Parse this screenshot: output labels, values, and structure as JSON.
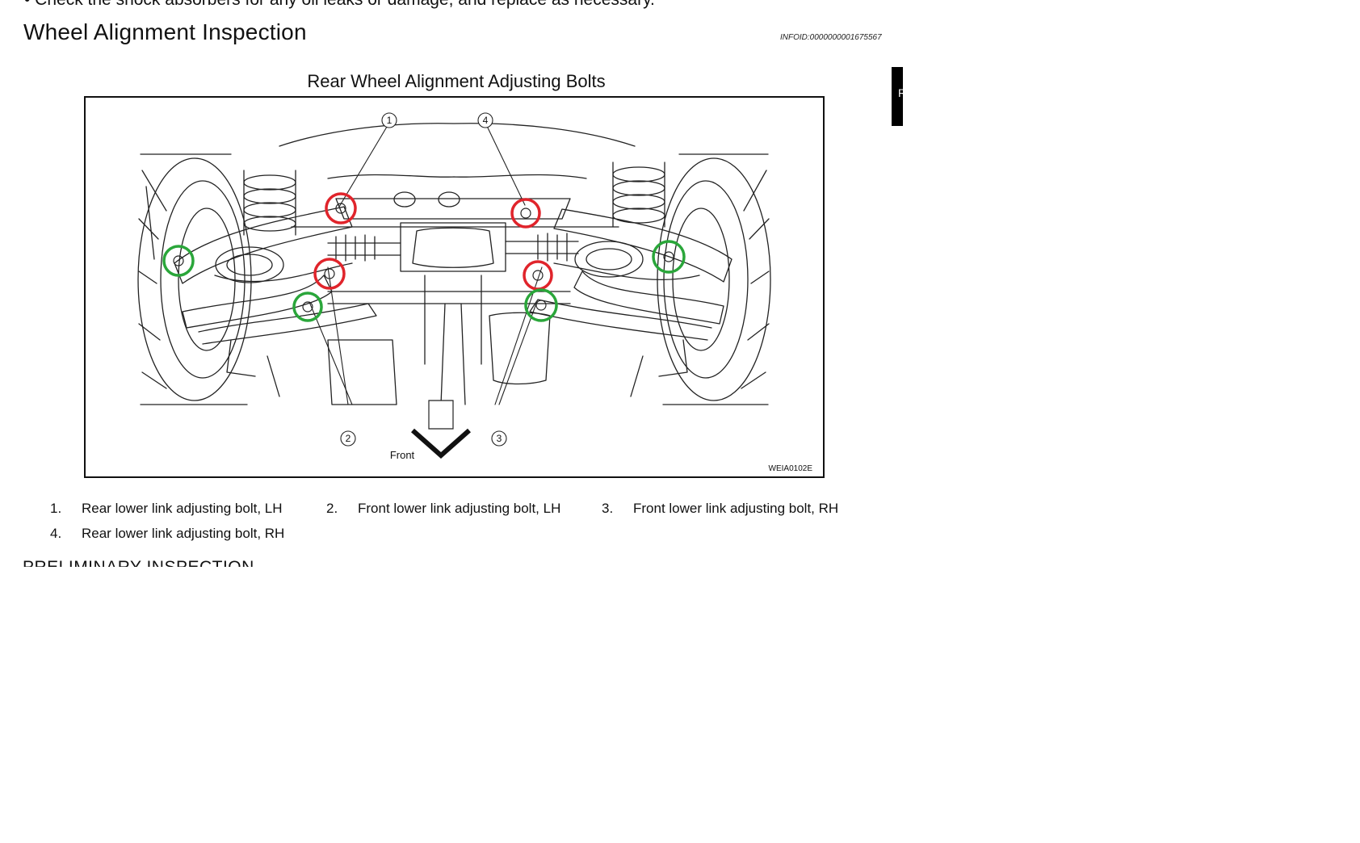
{
  "document": {
    "top_line": "• Check the shock absorbers for any oil leaks or damage, and replace as necessary.",
    "section_title": "Wheel Alignment Inspection",
    "info_id": "INFOID:0000000001675567",
    "side_tab_letter": "R",
    "bottom_line": "PRELIMINARY INSPECTION"
  },
  "figure": {
    "title": "Rear Wheel Alignment Adjusting Bolts",
    "callouts": [
      "1",
      "4",
      "2",
      "3"
    ],
    "front_label": "Front",
    "figure_code": "WEIA0102E",
    "highlight_colors": {
      "red": "#e0242b",
      "green": "#2aa63a"
    }
  },
  "legend": [
    {
      "num": "1.",
      "text": "Rear lower link adjusting bolt, LH"
    },
    {
      "num": "2.",
      "text": "Front lower link adjusting bolt, LH"
    },
    {
      "num": "3.",
      "text": "Front lower link adjusting bolt, RH"
    },
    {
      "num": "4.",
      "text": "Rear lower link adjusting bolt, RH"
    }
  ]
}
